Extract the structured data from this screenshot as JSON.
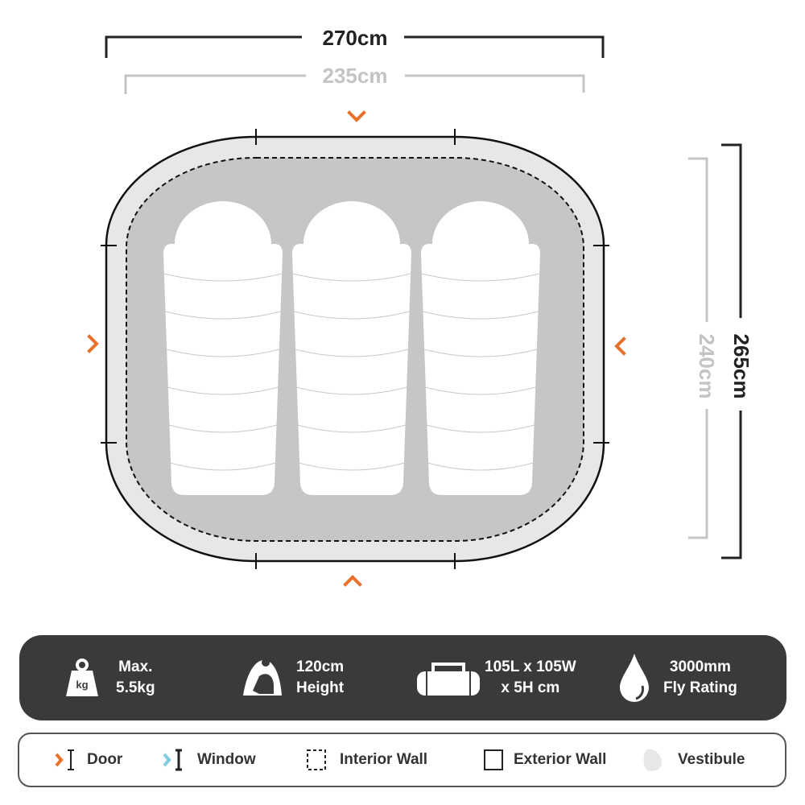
{
  "dimensions": {
    "outer_width": "270cm",
    "inner_width": "235cm",
    "outer_length": "265cm",
    "inner_length": "240cm"
  },
  "colors": {
    "door": "#e8702a",
    "window": "#7fcbe0",
    "spec_bg": "#3a3a3a",
    "vestibule": "#e6e7e7",
    "interior": "#c6c6c6"
  },
  "specs": [
    {
      "icon": "weight-icon",
      "line1": "Max.",
      "line2": "5.5kg",
      "icon_label": "kg"
    },
    {
      "icon": "tent-height-icon",
      "line1": "120cm",
      "line2": "Height"
    },
    {
      "icon": "duffel-bag-icon",
      "line1": "105L x 105W",
      "line2": "x 5H cm"
    },
    {
      "icon": "water-drop-icon",
      "line1": "3000mm",
      "line2": "Fly Rating"
    }
  ],
  "legend": [
    {
      "icon": "door-icon",
      "label": "Door"
    },
    {
      "icon": "window-icon",
      "label": "Window"
    },
    {
      "icon": "interior-wall-icon",
      "label": "Interior Wall"
    },
    {
      "icon": "exterior-wall-icon",
      "label": "Exterior Wall"
    },
    {
      "icon": "vestibule-icon",
      "label": "Vestibule"
    }
  ]
}
